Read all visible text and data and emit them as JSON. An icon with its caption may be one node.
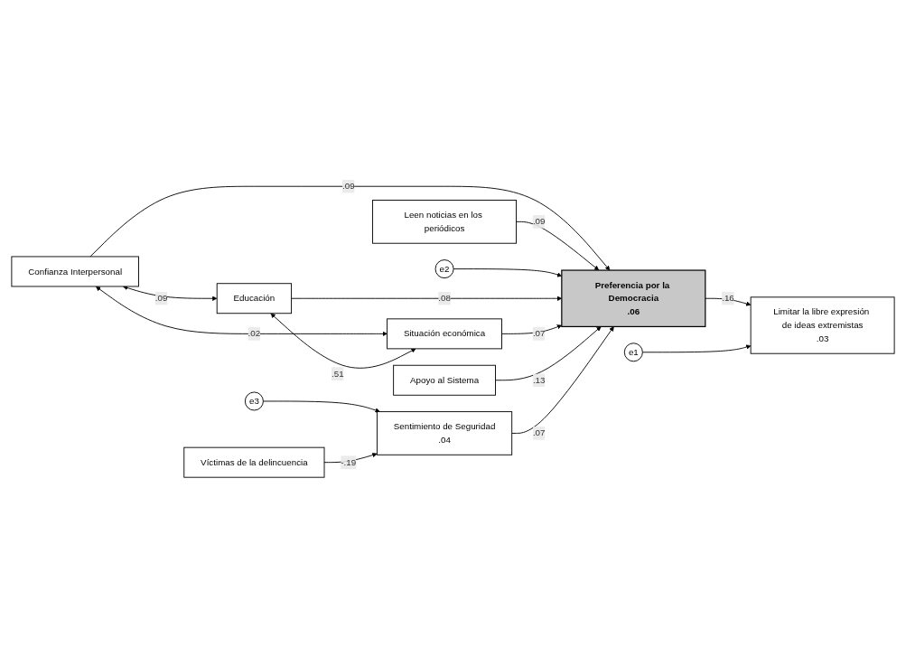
{
  "diagram": {
    "nodes": [
      {
        "text": [
          "Leen noticias en los periódicos"
        ]
      },
      {
        "text": [
          "e1"
        ]
      },
      {
        "text": [
          "Confianza Interpersonal"
        ]
      },
      {
        "text": [
          "e2"
        ]
      },
      {
        "text": [
          "Educación"
        ]
      },
      {
        "text": [
          "Preferencia por la Democracia",
          ".06"
        ]
      },
      {
        "text": [
          "Limitar la libre expresión de ideas extremistas",
          ".03"
        ]
      },
      {
        "text": [
          "Situación económica"
        ]
      },
      {
        "text": [
          "Apoyo al Sistema"
        ]
      },
      {
        "text": [
          "e3"
        ]
      },
      {
        "text": [
          "Sentimiento de Seguridad",
          ".04"
        ]
      },
      {
        "text": [
          "Víctimas de la delincuencia"
        ]
      }
    ],
    "edges": [
      {
        "from": 2,
        "to": 4,
        "arrow": "both",
        "label": ".09"
      },
      {
        "from": 2,
        "to": 7,
        "arrow": "both",
        "label": ".02"
      },
      {
        "from": 4,
        "to": 7,
        "arrow": "both",
        "label": ".51"
      },
      {
        "from": 2,
        "to": 5,
        "arrow": "to",
        "label": ".09"
      },
      {
        "from": 0,
        "to": 5,
        "arrow": "to",
        "label": ".09"
      },
      {
        "from": 3,
        "to": 5,
        "arrow": "to"
      },
      {
        "from": 4,
        "to": 5,
        "arrow": "to",
        "label": ".08"
      },
      {
        "from": 7,
        "to": 5,
        "arrow": "to",
        "label": ".07"
      },
      {
        "from": 8,
        "to": 5,
        "arrow": "to",
        "label": ".13"
      },
      {
        "from": 10,
        "to": 5,
        "arrow": "to",
        "label": ".07"
      },
      {
        "from": 5,
        "to": 6,
        "arrow": "to",
        "label": ".16"
      },
      {
        "from": 1,
        "to": 6,
        "arrow": "to"
      },
      {
        "from": 9,
        "to": 10,
        "arrow": "to"
      },
      {
        "from": 11,
        "to": 10,
        "arrow": "to",
        "label": "-.19"
      }
    ]
  }
}
